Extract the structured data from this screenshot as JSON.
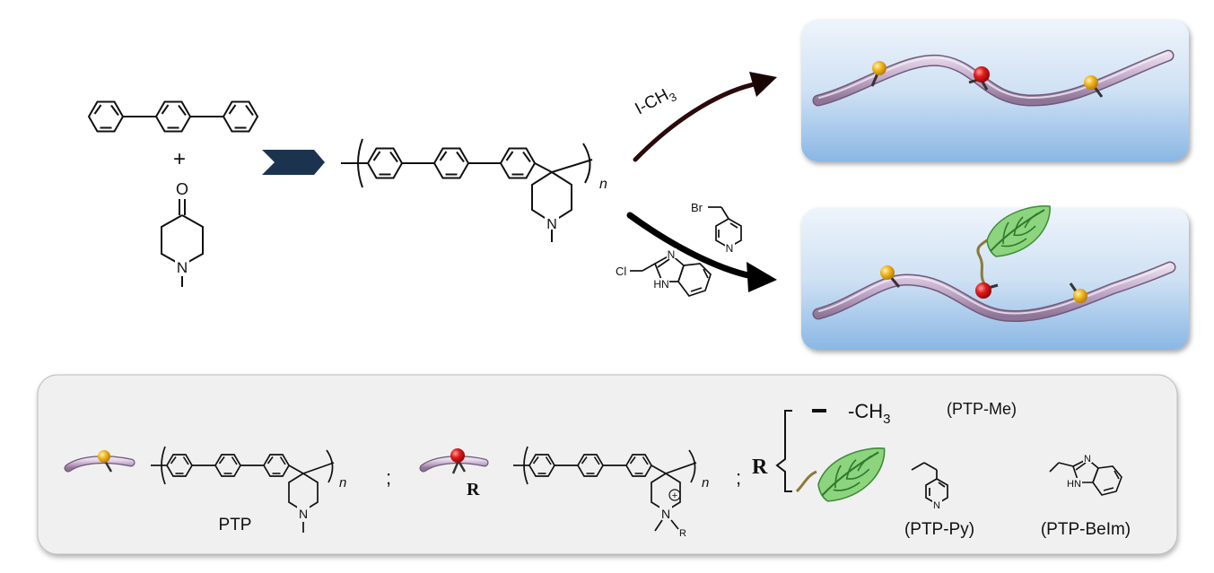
{
  "reaction": {
    "plus": "+",
    "repeat_n": "n",
    "reagent_methyl_iodide": "I-CH",
    "reagent_methyl_iodide_sub": "3",
    "reagent_br": "Br",
    "reagent_cl": "Cl",
    "atom_o": "O",
    "atom_n": "N",
    "atom_hn": "HN",
    "atom_h": "H"
  },
  "legend": {
    "separator": ";",
    "ptp_label": "PTP",
    "r_symbol": "R",
    "r_small": "R",
    "methyl_dash": "—",
    "methyl_text": "-CH",
    "methyl_sub": "3",
    "ptp_me_label": "(PTP-Me)",
    "ptp_py_label": "(PTP-Py)",
    "ptp_beim_label": "(PTP-BeIm)",
    "plus_charge": "+"
  },
  "colors": {
    "arrow_blue": "#1e3a5f",
    "polymer_chain": "#c9b6d2",
    "yellow_bead": "#f2b51f",
    "red_bead": "#d81f1f",
    "leaf_green": "#7fcf72",
    "panel_gradient_top": "#e9f1fb",
    "panel_gradient_bottom": "#8fbae6",
    "legend_box_bg": "#f0f0f0"
  }
}
